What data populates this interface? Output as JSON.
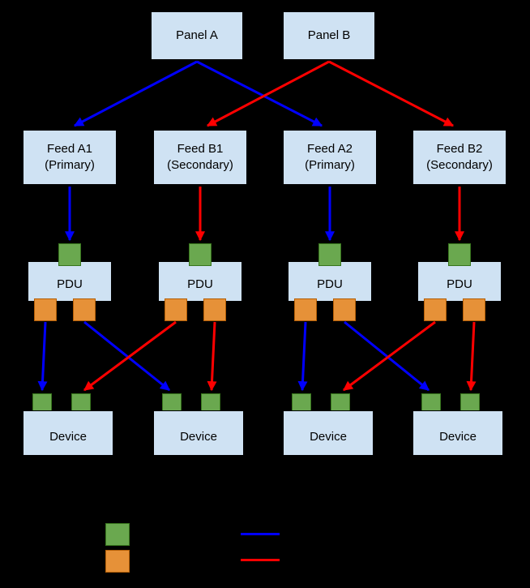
{
  "diagram": {
    "panels": [
      {
        "label": "Panel A"
      },
      {
        "label": "Panel B"
      }
    ],
    "feeds": [
      {
        "name": "Feed A1",
        "role": "(Primary)"
      },
      {
        "name": "Feed B1",
        "role": "(Secondary)"
      },
      {
        "name": "Feed A2",
        "role": "(Primary)"
      },
      {
        "name": "Feed B2",
        "role": "(Secondary)"
      }
    ],
    "pdus": [
      {
        "label": "PDU"
      },
      {
        "label": "PDU"
      },
      {
        "label": "PDU"
      },
      {
        "label": "PDU"
      }
    ],
    "devices": [
      {
        "label": "Device"
      },
      {
        "label": "Device"
      },
      {
        "label": "Device"
      },
      {
        "label": "Device"
      }
    ]
  },
  "legend": {
    "swatches": [
      {
        "icon": "green-square-input-port"
      },
      {
        "icon": "orange-square-output-port"
      },
      {
        "icon": "blue-line-primary-path"
      },
      {
        "icon": "red-line-secondary-path"
      }
    ]
  },
  "colors": {
    "background": "#000000",
    "box_fill": "#cfe2f3",
    "input_port_green": "#6aa84f",
    "output_port_orange": "#e69138",
    "primary_blue": "#0000ff",
    "secondary_red": "#ff0000"
  }
}
